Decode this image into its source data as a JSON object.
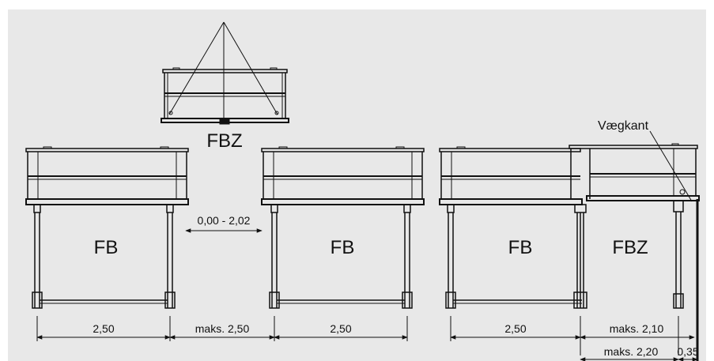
{
  "labels": {
    "crane_unit": "FBZ",
    "left_unit": "FB",
    "middle_unit": "FB",
    "right_first_unit": "FB",
    "right_second_unit": "FBZ",
    "wall_edge": "Vægkant"
  },
  "dimensions": {
    "left_width": "2,50",
    "gap_range": "0,00 - 2,02",
    "gap_max": "maks. 2,50",
    "middle_width": "2,50",
    "right_first_width": "2,50",
    "right_second_max": "maks. 2,10",
    "right_total_max": "maks. 2,20",
    "wall_offset": "0,35"
  },
  "colors": {
    "background": "#e8e8e8",
    "line": "#111111"
  }
}
